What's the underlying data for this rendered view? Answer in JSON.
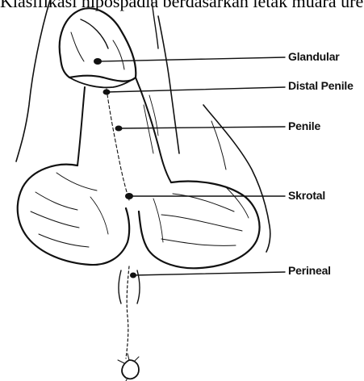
{
  "caption": {
    "text": "Klasifikasi hipospadia berdasarkan letak muara uretra"
  },
  "labels": {
    "glandular": "Glandular",
    "distal_penile": "Distal Penile",
    "penile": "Penile",
    "skrotal": "Skrotal",
    "perineal": "Perineal"
  },
  "colors": {
    "ink": "#111111",
    "background": "#ffffff"
  }
}
